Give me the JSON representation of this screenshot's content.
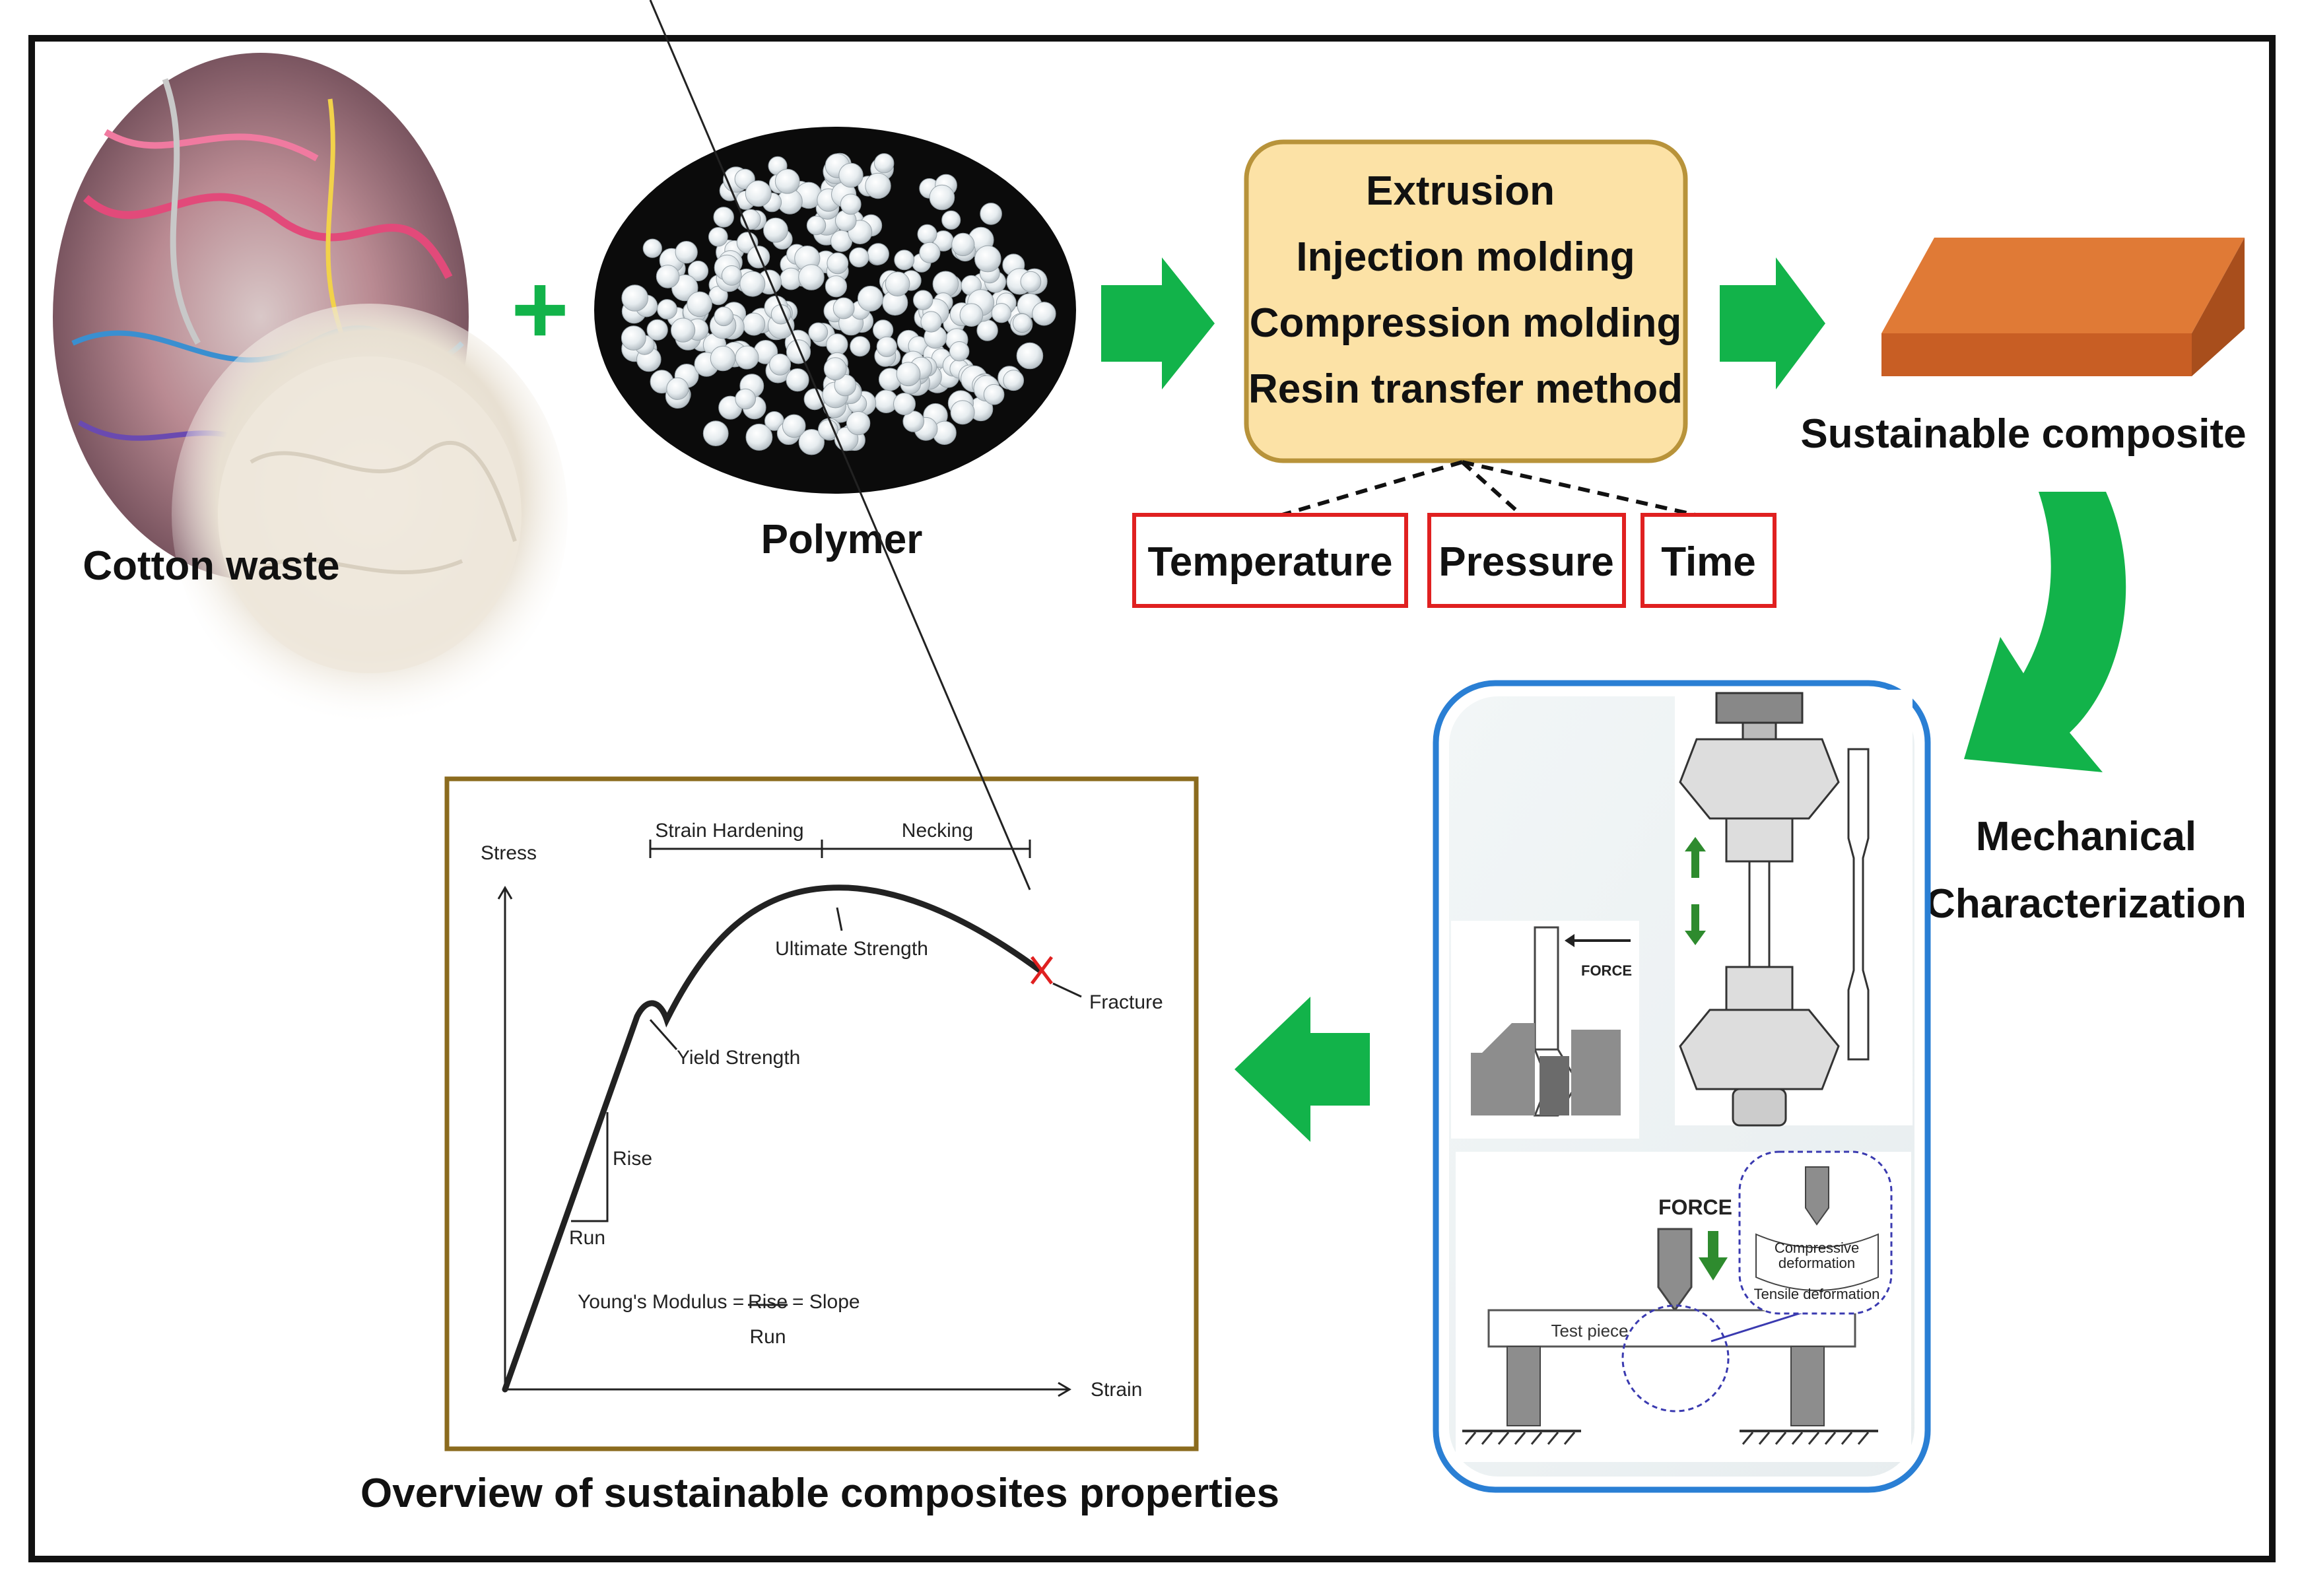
{
  "inputs": {
    "cotton_label": "Cotton waste",
    "polymer_label": "Polymer",
    "plus_symbol": "+"
  },
  "process": {
    "methods": [
      "Extrusion",
      "Injection molding",
      "Compression molding",
      "Resin transfer method"
    ],
    "parameters": [
      "Temperature",
      "Pressure",
      "Time"
    ]
  },
  "output": {
    "composite_label": "Sustainable composite",
    "mechanical_label_line1": "Mechanical",
    "mechanical_label_line2": "Characterization"
  },
  "mechanical_test": {
    "force_label_small": "FORCE",
    "force_label_bend": "FORCE",
    "compressive_label_line1": "Compressive",
    "compressive_label_line2": "deformation",
    "tensile_label": "Tensile deformation",
    "test_piece_label": "Test piece"
  },
  "curve_panel": {
    "caption": "Overview of sustainable composites properties",
    "stress_label": "Stress",
    "strain_label": "Strain",
    "strain_hardening_label": "Strain Hardening",
    "necking_label": "Necking",
    "ultimate_label": "Ultimate Strength",
    "fracture_label": "Fracture",
    "yield_label": "Yield Strength",
    "rise_label": "Rise",
    "run_label": "Run",
    "modulus_prefix": "Young's Modulus =",
    "modulus_num": "Rise",
    "modulus_suffix": "= Slope",
    "modulus_den": "Run"
  },
  "colors": {
    "arrow_green": "#12b34a",
    "process_box_fill": "#fce2a6",
    "process_box_border": "#b8933a",
    "param_border": "#e02020",
    "composite_face": "#d4692a",
    "mech_border": "#2a7fd4",
    "curve_frame": "#8b6b1e",
    "fracture_mark": "#e02020"
  }
}
